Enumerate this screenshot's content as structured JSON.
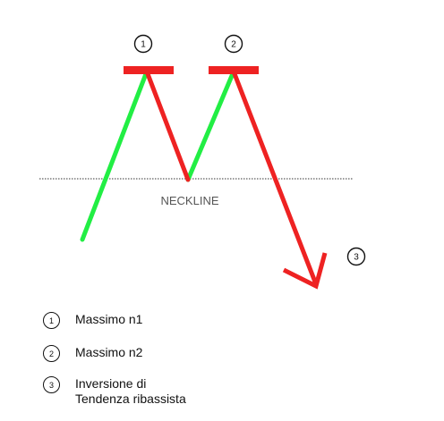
{
  "diagram": {
    "neckline_label": "NECKLINE",
    "markers": [
      "1",
      "2",
      "3"
    ],
    "colors": {
      "up": "#22ee44",
      "down": "#ee2222",
      "neckline": "#333333",
      "text": "#555555",
      "badge": "#111111"
    }
  },
  "legend": {
    "items": [
      {
        "number": "1",
        "text": "Massimo n1"
      },
      {
        "number": "2",
        "text": "Massimo n2"
      },
      {
        "number": "3",
        "text": "Inversione di\nTendenza ribassista"
      }
    ]
  }
}
